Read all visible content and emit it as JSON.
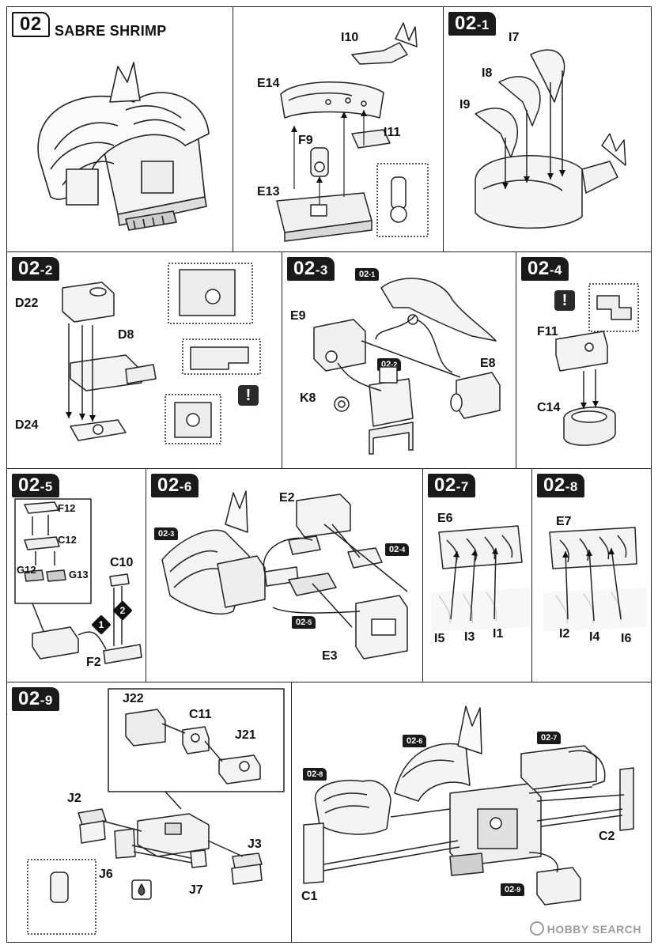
{
  "header": {
    "step": "02",
    "title": "SABRE SHRIMP"
  },
  "panels": {
    "p02_top": {
      "labels": {
        "i10": "I10",
        "e14": "E14",
        "i11": "I11",
        "f9": "F9",
        "e13": "E13"
      }
    },
    "p02_1": {
      "step": "02",
      "sub": "-1",
      "labels": {
        "i7": "I7",
        "i8": "I8",
        "i9": "I9"
      }
    },
    "p02_2": {
      "step": "02",
      "sub": "-2",
      "labels": {
        "d22": "D22",
        "d8": "D8",
        "d24": "D24"
      }
    },
    "p02_3": {
      "step": "02",
      "sub": "-3",
      "refs": {
        "r1": "02",
        "r1s": "-1",
        "r2": "02",
        "r2s": "-2"
      },
      "labels": {
        "e9": "E9",
        "e8": "E8",
        "k8": "K8"
      }
    },
    "p02_4": {
      "step": "02",
      "sub": "-4",
      "labels": {
        "f11": "F11",
        "c14": "C14"
      }
    },
    "p02_5": {
      "step": "02",
      "sub": "-5",
      "labels": {
        "f12": "F12",
        "c12": "C12",
        "g12": "G12",
        "g13": "G13",
        "c10": "C10",
        "f2": "F2"
      },
      "order": [
        "1",
        "2"
      ]
    },
    "p02_6": {
      "step": "02",
      "sub": "-6",
      "refs": {
        "r3": "02",
        "r3s": "-3",
        "r4": "02",
        "r4s": "-4",
        "r5": "02",
        "r5s": "-5"
      },
      "labels": {
        "e2": "E2",
        "e3": "E3"
      }
    },
    "p02_7": {
      "step": "02",
      "sub": "-7",
      "labels": {
        "e6": "E6",
        "i5": "I5",
        "i3": "I3",
        "i1": "I1"
      }
    },
    "p02_8": {
      "step": "02",
      "sub": "-8",
      "labels": {
        "e7": "E7",
        "i2": "I2",
        "i4": "I4",
        "i6": "I6"
      }
    },
    "p02_9": {
      "step": "02",
      "sub": "-9",
      "labels": {
        "j22": "J22",
        "c11": "C11",
        "j21": "J21",
        "j2": "J2",
        "j3": "J3",
        "j6": "J6",
        "j7": "J7"
      }
    },
    "p_final": {
      "refs": {
        "r6": "02",
        "r6s": "-6",
        "r7": "02",
        "r7s": "-7",
        "r8": "02",
        "r8s": "-8",
        "r9": "02",
        "r9s": "-9"
      },
      "labels": {
        "c2": "C2",
        "c1": "C1"
      }
    }
  },
  "warning_mark": "!",
  "watermark": "HOBBY SEARCH"
}
